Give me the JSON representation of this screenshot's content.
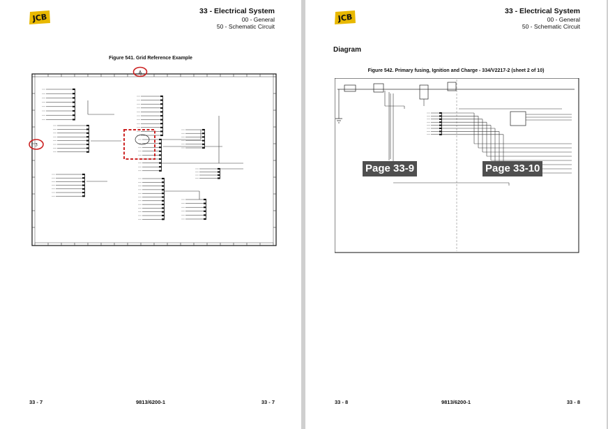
{
  "brand": {
    "logo_text": "JCB",
    "color": "#e8b800"
  },
  "left_page": {
    "header": {
      "title": "33 - Electrical System",
      "sub1": "00 - General",
      "sub2": "50 - Schematic Circuit"
    },
    "figure_title": "Figure 541. Grid Reference Example",
    "grid_markers": {
      "top": "A",
      "side": "3"
    },
    "footer": {
      "left": "33 - 7",
      "center": "9813/6200-1",
      "right": "33 - 7"
    },
    "highlight_color": "#cc2222"
  },
  "right_page": {
    "header": {
      "title": "33 - Electrical System",
      "sub1": "00 - General",
      "sub2": "50 - Schematic Circuit"
    },
    "section_title": "Diagram",
    "figure_title": "Figure 542. Primary fusing, Ignition and Charge - 334/V2217-2 (sheet 2 of 10)",
    "callouts": {
      "left": "Page 33-9",
      "right": "Page 33-10"
    },
    "footer": {
      "left": "33 - 8",
      "center": "9813/6200-1",
      "right": "33 - 8"
    }
  }
}
